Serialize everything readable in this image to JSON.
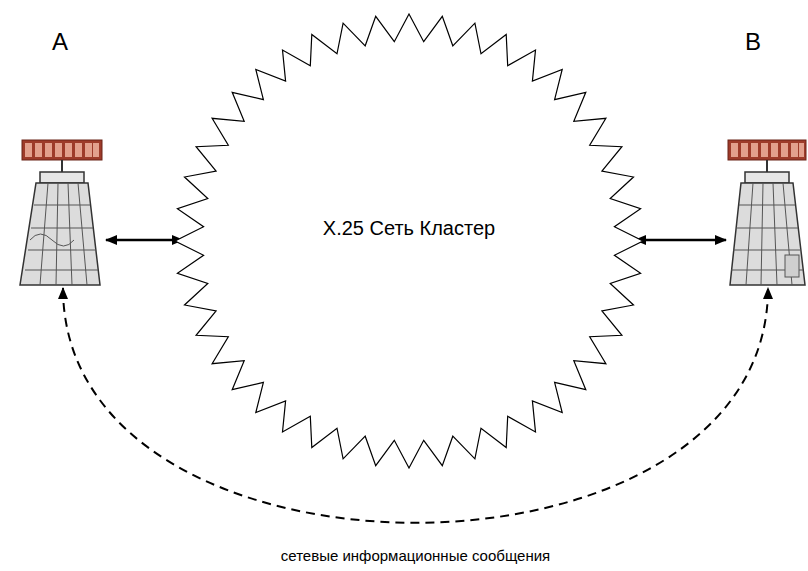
{
  "diagram": {
    "nodes": [
      {
        "text": [
          "A"
        ]
      },
      {
        "text": [
          "X.25 Сеть Кластер"
        ]
      },
      {
        "text": [
          "B"
        ]
      }
    ],
    "edges": [
      {
        "from": 0,
        "to": 1,
        "arrow": "both"
      },
      {
        "from": 1,
        "to": 2,
        "arrow": "both"
      },
      {
        "from": 0,
        "to": 2,
        "arrow": "both",
        "label": "сетевые информационные сообщения"
      }
    ]
  }
}
